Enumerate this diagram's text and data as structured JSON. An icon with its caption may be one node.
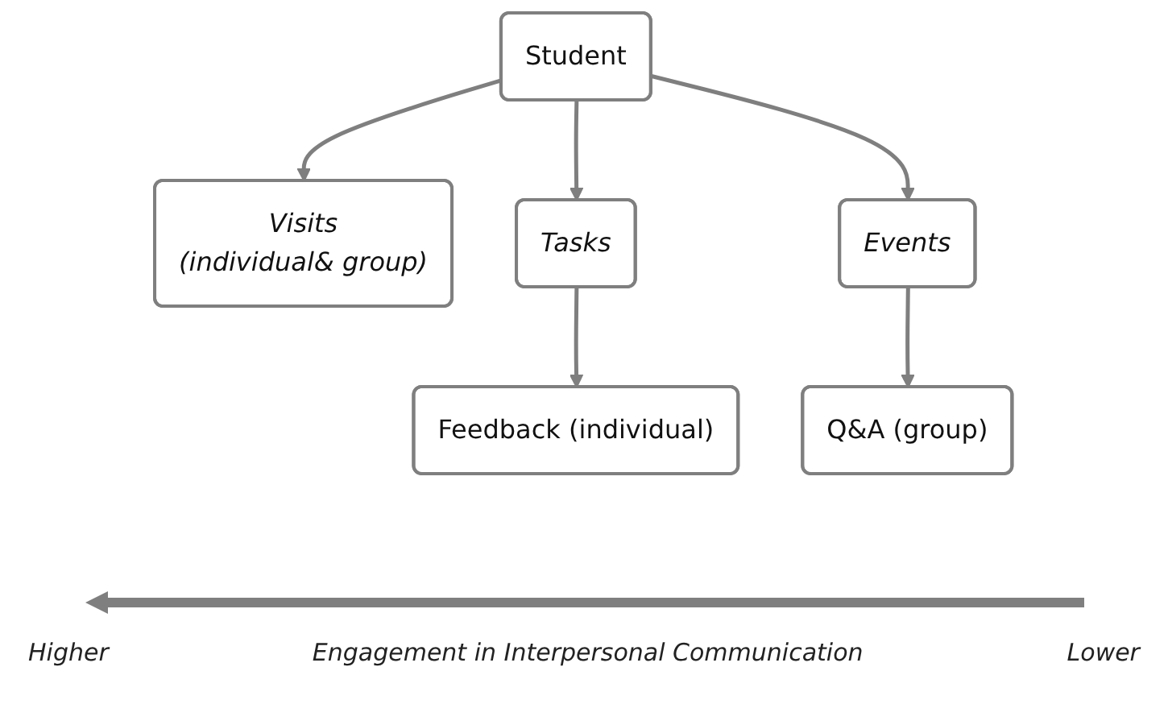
{
  "diagram": {
    "nodes": [
      {
        "text": [
          "Student"
        ]
      },
      {
        "text": [
          "Visits",
          "(individual& group)"
        ]
      },
      {
        "text": [
          "Tasks"
        ]
      },
      {
        "text": [
          "Events"
        ]
      },
      {
        "text": [
          "Feedback (individual)"
        ]
      },
      {
        "text": [
          "Q&A (group)"
        ]
      }
    ],
    "edges": [
      {
        "from": 0,
        "to": 1,
        "arrow": "to"
      },
      {
        "from": 0,
        "to": 2,
        "arrow": "to"
      },
      {
        "from": 0,
        "to": 3,
        "arrow": "to"
      },
      {
        "from": 2,
        "to": 4,
        "arrow": "to"
      },
      {
        "from": 3,
        "to": 5,
        "arrow": "to"
      }
    ],
    "labels": [
      "Higher",
      "Engagement in Interpersonal Communication",
      "Lower"
    ]
  }
}
